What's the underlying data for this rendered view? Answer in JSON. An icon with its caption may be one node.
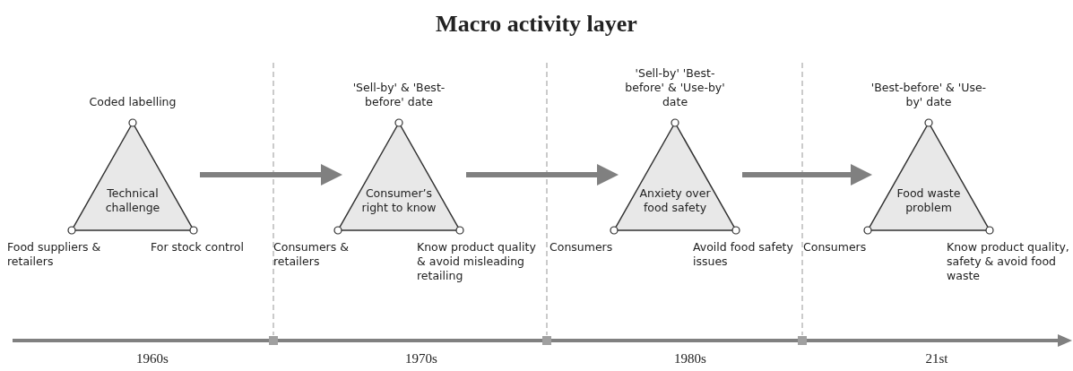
{
  "diagram": {
    "title": "Macro activity layer",
    "nodes": [
      {
        "text": [
          "Technical challenge"
        ],
        "beside": [
          "Coded labelling",
          "Food suppliers & retailers",
          "For stock control"
        ]
      },
      {
        "text": [
          "Consumer’s right to know"
        ],
        "beside": [
          "'Sell-by' & 'Best-before' date",
          "Consumers & retailers",
          "Know product quality & avoid misleading retailing"
        ]
      },
      {
        "text": [
          "Anxiety over food safety"
        ],
        "beside": [
          "'Sell-by' 'Best-before' & 'Use-by' date",
          "Consumers",
          "Avoild food safety issues"
        ]
      },
      {
        "text": [
          "Food waste problem"
        ],
        "beside": [
          "'Best-before' & 'Use-by' date",
          "Consumers",
          "Know product quality, safety & avoid food waste"
        ]
      }
    ],
    "edges": [
      {
        "from": 0,
        "to": 1,
        "arrow": "to"
      },
      {
        "from": 1,
        "to": 2,
        "arrow": "to"
      },
      {
        "from": 2,
        "to": 3,
        "arrow": "to"
      }
    ],
    "labels": [
      "1960s",
      "1970s",
      "1980s",
      "21st"
    ]
  }
}
